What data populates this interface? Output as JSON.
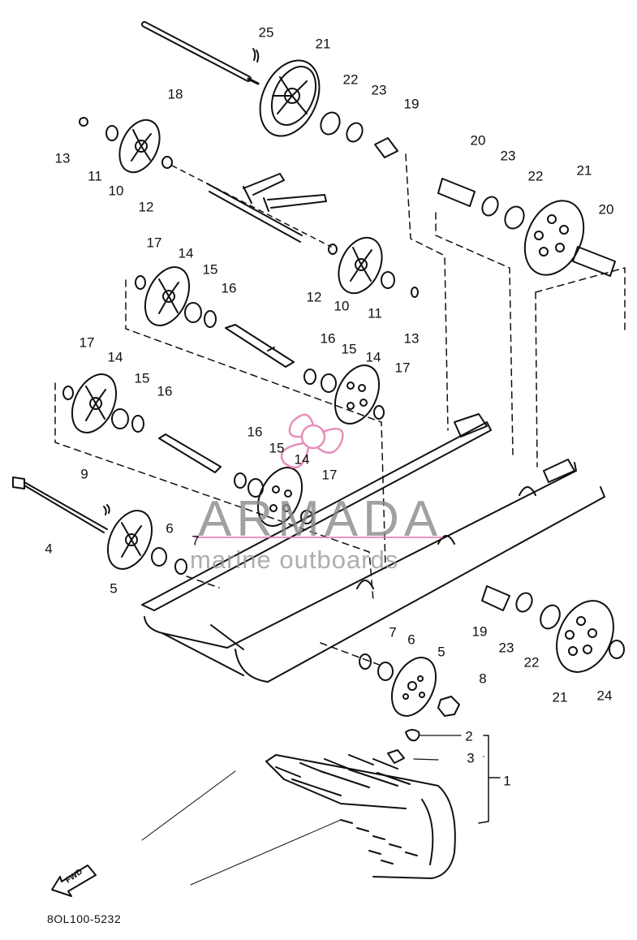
{
  "diagram": {
    "part_code": "8OL100-5232",
    "fwd_label": "FWD",
    "watermark": {
      "brand": "ARMADA",
      "tagline": "marine outboards",
      "accent_color": "#e27bb0"
    },
    "callouts": [
      {
        "label": "25"
      },
      {
        "label": "21"
      },
      {
        "label": "18"
      },
      {
        "label": "22"
      },
      {
        "label": "23"
      },
      {
        "label": "19"
      },
      {
        "label": "13"
      },
      {
        "label": "11"
      },
      {
        "label": "10"
      },
      {
        "label": "12"
      },
      {
        "label": "20"
      },
      {
        "label": "23"
      },
      {
        "label": "22"
      },
      {
        "label": "21"
      },
      {
        "label": "20"
      },
      {
        "label": "17"
      },
      {
        "label": "14"
      },
      {
        "label": "15"
      },
      {
        "label": "16"
      },
      {
        "label": "12"
      },
      {
        "label": "10"
      },
      {
        "label": "11"
      },
      {
        "label": "13"
      },
      {
        "label": "16"
      },
      {
        "label": "15"
      },
      {
        "label": "14"
      },
      {
        "label": "17"
      },
      {
        "label": "17"
      },
      {
        "label": "14"
      },
      {
        "label": "15"
      },
      {
        "label": "16"
      },
      {
        "label": "16"
      },
      {
        "label": "15"
      },
      {
        "label": "14"
      },
      {
        "label": "17"
      },
      {
        "label": "9"
      },
      {
        "label": "4"
      },
      {
        "label": "6"
      },
      {
        "label": "7"
      },
      {
        "label": "5"
      },
      {
        "label": "7"
      },
      {
        "label": "6"
      },
      {
        "label": "5"
      },
      {
        "label": "8"
      },
      {
        "label": "19"
      },
      {
        "label": "23"
      },
      {
        "label": "22"
      },
      {
        "label": "21"
      },
      {
        "label": "24"
      },
      {
        "label": "2"
      },
      {
        "label": "3"
      },
      {
        "label": "1"
      }
    ]
  }
}
